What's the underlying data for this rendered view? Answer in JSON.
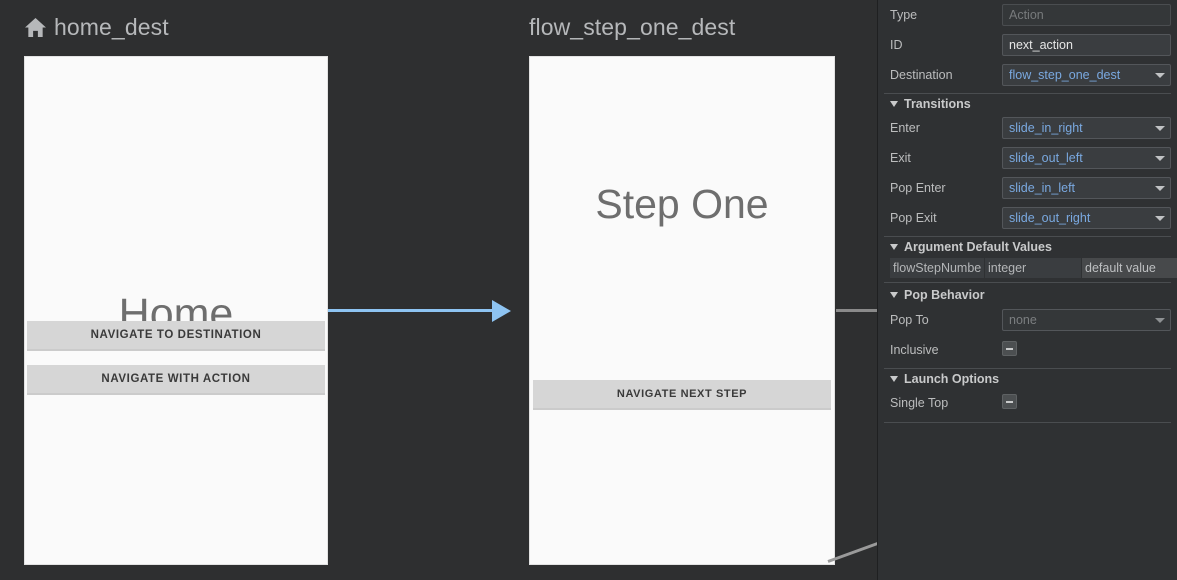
{
  "canvas": {
    "background_color": "#2e2f30",
    "destinations": [
      {
        "id": "home_dest",
        "title": "home_dest",
        "icon": "home-icon",
        "has_icon": true,
        "screen_title": "Home",
        "buttons": [
          "NAVIGATE TO DESTINATION",
          "NAVIGATE WITH ACTION"
        ]
      },
      {
        "id": "flow_step_one_dest",
        "title": "flow_step_one_dest",
        "icon": "",
        "has_icon": false,
        "screen_title": "Step One",
        "buttons": [
          "NAVIGATE NEXT STEP"
        ]
      }
    ],
    "connector_color": "#8ec4f2",
    "connector_gray_color": "#8a8a8a"
  },
  "inspector": {
    "fields": {
      "type": {
        "label": "Type",
        "value": "",
        "placeholder": "Action",
        "disabled": true
      },
      "id": {
        "label": "ID",
        "value": "next_action",
        "placeholder": ""
      },
      "destination": {
        "label": "Destination",
        "value": "flow_step_one_dest"
      }
    },
    "transitions": {
      "header": "Transitions",
      "rows": [
        {
          "label": "Enter",
          "value": "slide_in_right"
        },
        {
          "label": "Exit",
          "value": "slide_out_left"
        },
        {
          "label": "Pop Enter",
          "value": "slide_in_left"
        },
        {
          "label": "Pop Exit",
          "value": "slide_out_right"
        }
      ]
    },
    "argument_defaults": {
      "header": "Argument Default Values",
      "rows": [
        {
          "name": "flowStepNumbe",
          "type": "integer",
          "default": "default value"
        }
      ]
    },
    "pop_behavior": {
      "header": "Pop Behavior",
      "pop_to": {
        "label": "Pop To",
        "value": "none",
        "disabled": true
      },
      "inclusive": {
        "label": "Inclusive",
        "state": "indeterminate"
      }
    },
    "launch_options": {
      "header": "Launch Options",
      "single_top": {
        "label": "Single Top",
        "state": "indeterminate"
      }
    },
    "accent_color": "#7aa9e0",
    "background_color": "#2f3133"
  }
}
